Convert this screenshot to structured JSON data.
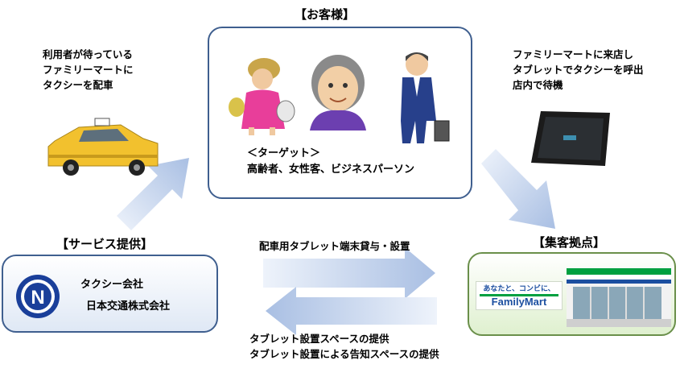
{
  "customer": {
    "title": "【お客様】",
    "target_label": "＜ターゲット＞",
    "target_desc": "高齢者、女性客、ビジネスパーソン"
  },
  "service": {
    "title": "【サービス提供】",
    "line1": "タクシー会社",
    "line2": "日本交通株式会社"
  },
  "hub": {
    "title": "【集客拠点】",
    "logo_tagline": "あなたと、コンビに、",
    "logo_name": "FamilyMart"
  },
  "notes": {
    "left": [
      "利用者が待っている",
      "ファミリーマートに",
      "タクシーを配車"
    ],
    "right": [
      "ファミリーマートに来店し",
      "タブレットでタクシーを呼出",
      "店内で待機"
    ],
    "arrow_top": "配車用タブレット端末貸与・設置",
    "arrow_bottom": [
      "タブレット設置スペースの提供",
      "タブレット設置による告知スペースの提供"
    ]
  },
  "colors": {
    "panel_border": "#3f5f8f",
    "arrow": "#b7c9e8",
    "familymart_green": "#00a040",
    "familymart_blue": "#1c4fa0"
  }
}
